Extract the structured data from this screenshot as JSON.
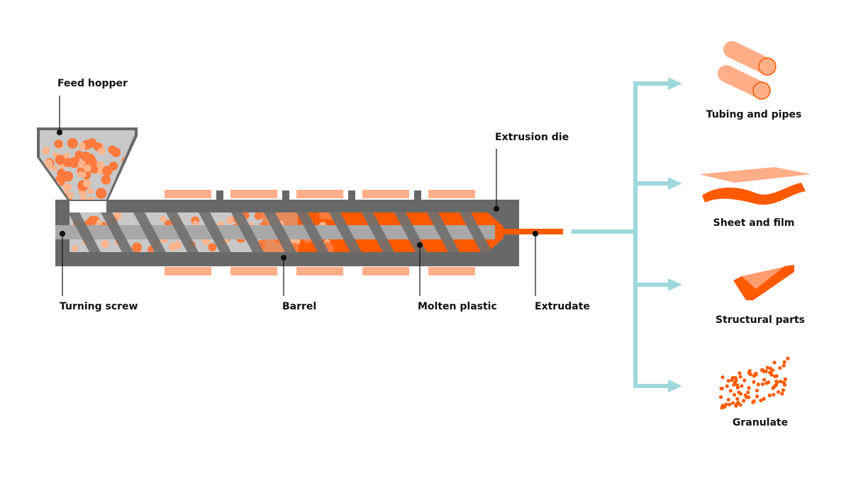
{
  "labels": {
    "feed_hopper": "Feed hopper",
    "extrusion_die": "Extrusion die",
    "turning_screw": "Turning screw",
    "barrel": "Barrel",
    "molten_plastic": "Molten plastic",
    "extrudate": "Extrudate"
  },
  "products": [
    {
      "label": "Tubing and pipes"
    },
    {
      "label": "Sheet and film"
    },
    {
      "label": "Structural parts"
    },
    {
      "label": "Granulate"
    }
  ],
  "colors": {
    "molten": "#ff5a00",
    "pellet_dark": "#ff7a3c",
    "pellet_light": "#ffb48c",
    "heater": "#ffae88",
    "barrel": "#686868",
    "barrel_inner": "#c8c8c8",
    "screw": "#707070",
    "arrow": "#9ed8dc",
    "text": "#111111"
  }
}
